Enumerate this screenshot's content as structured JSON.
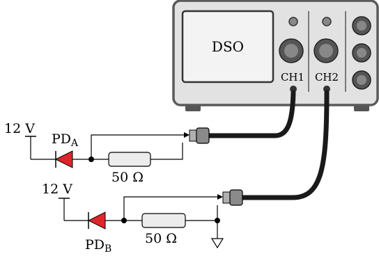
{
  "instrument": {
    "screen_label": "DSO",
    "channel_1_label": "CH1",
    "channel_2_label": "CH2"
  },
  "circuit_a": {
    "supply_label": "12 V",
    "photodiode_main": "PD",
    "photodiode_sub": "A",
    "resistor_label": "50 Ω"
  },
  "circuit_b": {
    "supply_label": "12 V",
    "photodiode_main": "PD",
    "photodiode_sub": "B",
    "resistor_label": "50 Ω"
  },
  "colors": {
    "diode_fill": "#e0252a",
    "scope_body": "#e2e2e2",
    "scope_screen": "#f3f3f3",
    "resistor_fill": "#ececec",
    "cable": "#1a1a1a",
    "connector": "#8a8a8a"
  }
}
